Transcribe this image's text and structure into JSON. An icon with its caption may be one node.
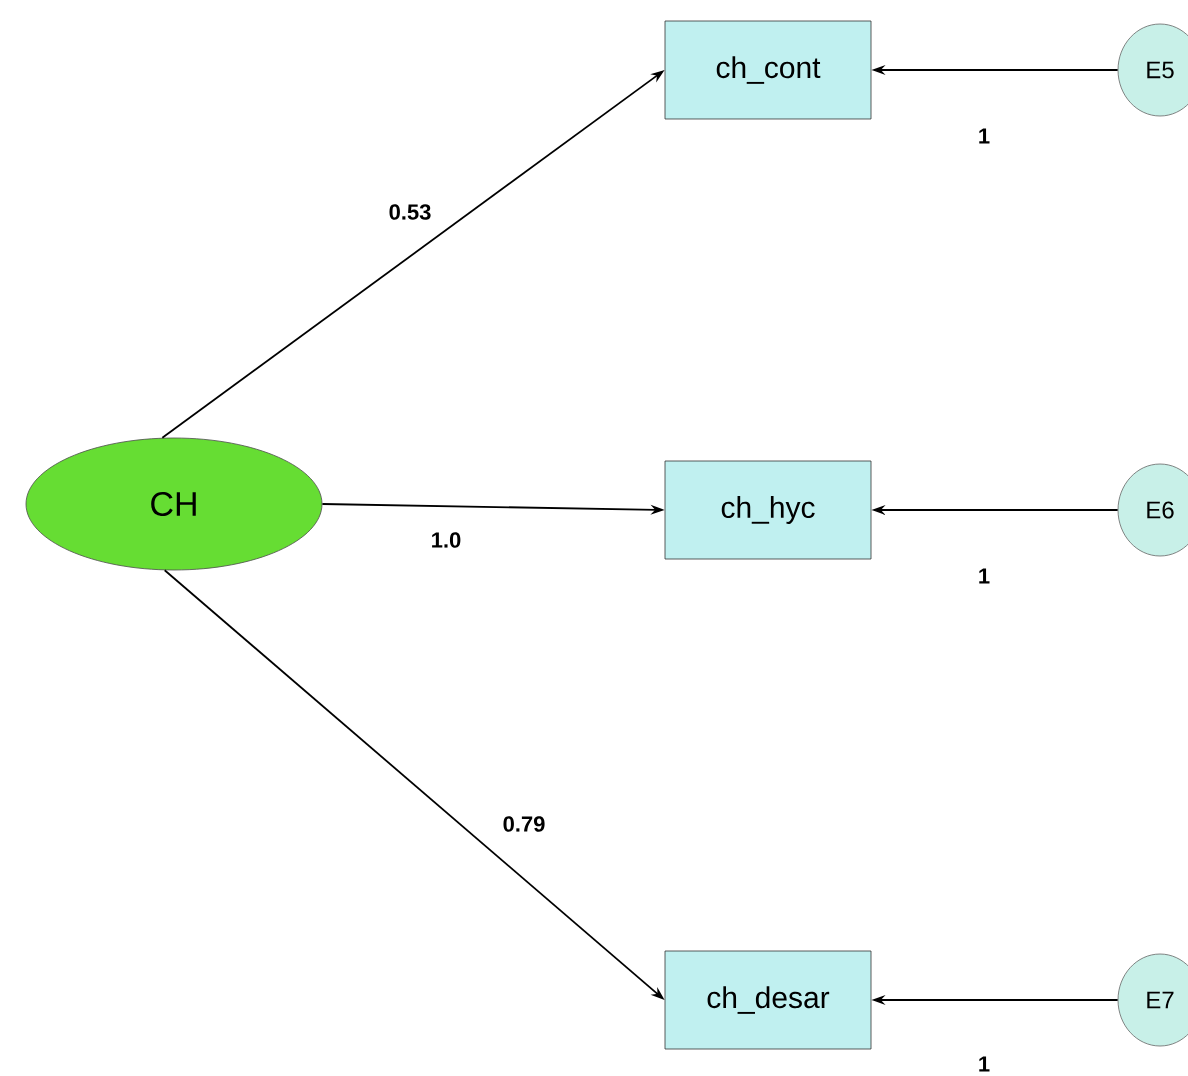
{
  "diagram": {
    "nodes": [
      {
        "text": [
          "CH"
        ]
      },
      {
        "text": [
          "ch_cont"
        ]
      },
      {
        "text": [
          "ch_hyc"
        ]
      },
      {
        "text": [
          "ch_desar"
        ]
      },
      {
        "text": [
          "E5"
        ]
      },
      {
        "text": [
          "E6"
        ]
      },
      {
        "text": [
          "E7"
        ]
      }
    ],
    "edges": [
      {
        "from": 0,
        "to": 1,
        "arrow": "to",
        "label": "0.53"
      },
      {
        "from": 0,
        "to": 2,
        "arrow": "to",
        "label": "1.0"
      },
      {
        "from": 0,
        "to": 3,
        "arrow": "to",
        "label": "0.79"
      },
      {
        "from": 4,
        "to": 1,
        "arrow": "to",
        "label": "1"
      },
      {
        "from": 5,
        "to": 2,
        "arrow": "to",
        "label": "1"
      },
      {
        "from": 6,
        "to": 3,
        "arrow": "to",
        "label": "1"
      }
    ]
  }
}
